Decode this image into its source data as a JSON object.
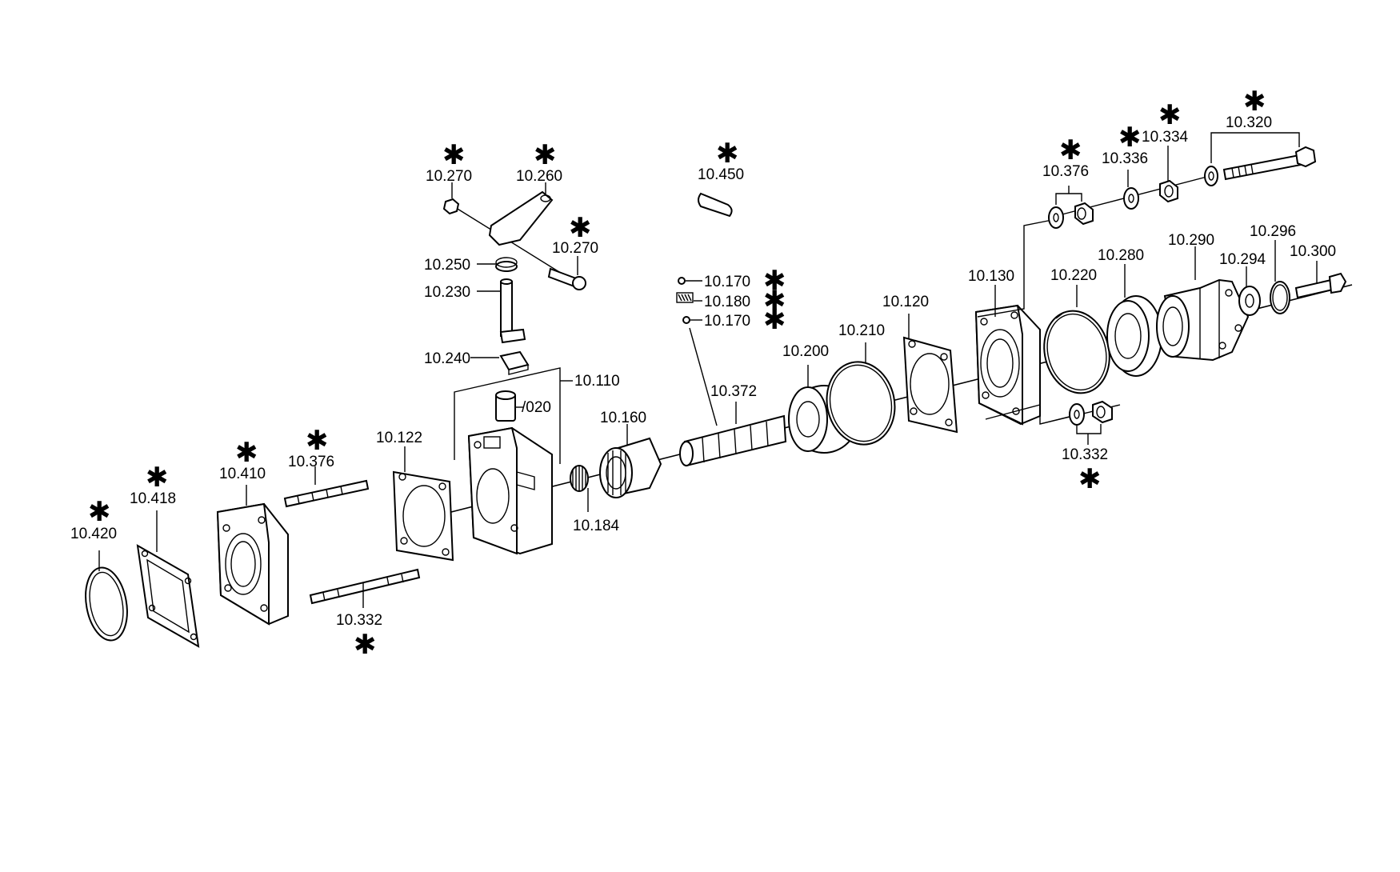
{
  "diagram": {
    "labels": {
      "p10_420": "10.420",
      "p10_418": "10.418",
      "p10_410": "10.410",
      "p10_376_a": "10.376",
      "p10_332_a": "10.332",
      "p10_122": "10.122",
      "p10_110": "10.110",
      "p020": "/020",
      "p10_240": "10.240",
      "p10_230": "10.230",
      "p10_250": "10.250",
      "p10_270_a": "10.270",
      "p10_260": "10.260",
      "p10_270_b": "10.270",
      "p10_184": "10.184",
      "p10_160": "10.160",
      "p10_450": "10.450",
      "p10_170_a": "10.170",
      "p10_180": "10.180",
      "p10_170_b": "10.170",
      "p10_372": "10.372",
      "p10_200": "10.200",
      "p10_210": "10.210",
      "p10_120": "10.120",
      "p10_130": "10.130",
      "p10_220": "10.220",
      "p10_280": "10.280",
      "p10_290": "10.290",
      "p10_294": "10.294",
      "p10_296": "10.296",
      "p10_300": "10.300",
      "p10_376_b": "10.376",
      "p10_336": "10.336",
      "p10_334": "10.334",
      "p10_320": "10.320",
      "p10_332_b": "10.332"
    },
    "star_symbol": "✱",
    "stroke_color": "#000000",
    "background_color": "#ffffff"
  }
}
